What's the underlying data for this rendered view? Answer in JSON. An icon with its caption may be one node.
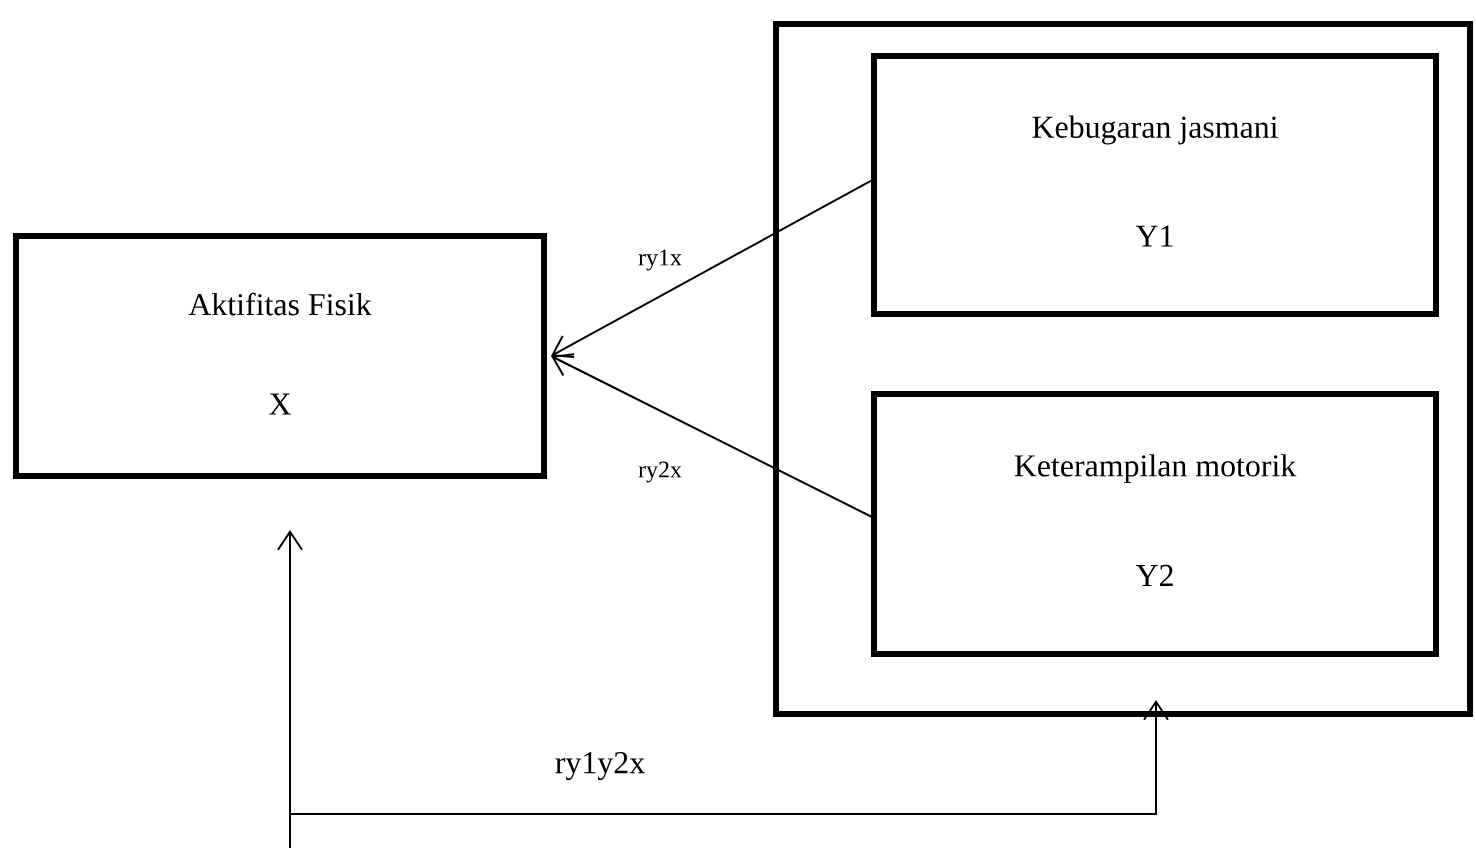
{
  "diagram": {
    "nodes": [
      {
        "text": [
          "Aktifitas Fisik",
          "X"
        ]
      },
      {
        "text": [],
        "shape": "box"
      },
      {
        "text": [
          "Kebugaran jasmani",
          "Y1"
        ],
        "in": 1
      },
      {
        "text": [
          "Keterampilan motorik",
          "Y2"
        ],
        "in": 1
      }
    ],
    "edges": [
      {
        "from": 2,
        "to": 0,
        "arrow": "to",
        "label": "ry1x"
      },
      {
        "from": 3,
        "to": 0,
        "arrow": "to",
        "label": "ry2x"
      },
      {
        "from": 0,
        "to": 1,
        "arrow": "both",
        "label": "ry1y2x"
      }
    ]
  }
}
